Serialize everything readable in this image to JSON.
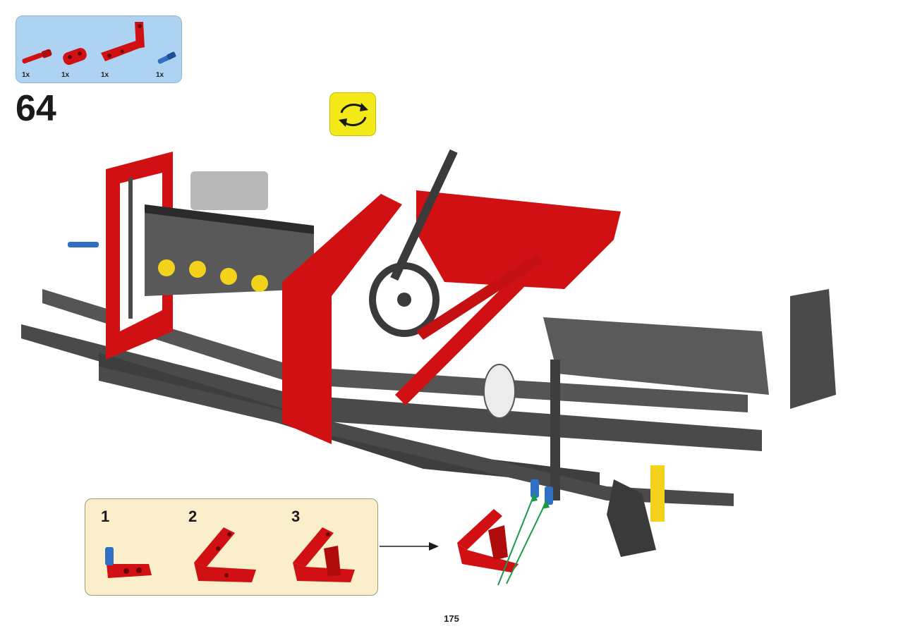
{
  "parts_list": {
    "items": [
      {
        "part": "red-axle-pin",
        "qty": "1x",
        "color": "#d01012"
      },
      {
        "part": "red-short-beam",
        "qty": "1x",
        "color": "#d01012"
      },
      {
        "part": "red-l-beam",
        "qty": "1x",
        "color": "#d01012"
      },
      {
        "part": "blue-axle-pin",
        "qty": "1x",
        "color": "#2f6fc4"
      }
    ]
  },
  "step": {
    "number": "64"
  },
  "rotate_icon": "rotate-model-icon",
  "substeps": {
    "labels": [
      "1",
      "2",
      "3"
    ]
  },
  "page": {
    "number": "175"
  },
  "colors": {
    "parts_bg": "#aed3f2",
    "substep_bg": "#fbeecb",
    "rotate_bg": "#f4ea1a",
    "brick_red": "#d01012",
    "dark_gray": "#4a4a4a",
    "arrow_green": "#1a9a4a"
  }
}
